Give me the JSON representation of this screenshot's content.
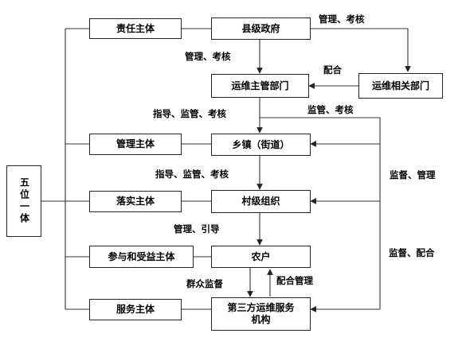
{
  "five_in_one": "五位一体",
  "roles": {
    "responsible": "责任主体",
    "management": "管理主体",
    "implementation": "落实主体",
    "participation": "参与和受益主体",
    "service": "服务主体"
  },
  "entities": {
    "county_government": "县级政府",
    "om_competent_department": "运维主管部门",
    "om_related_departments": "运维相关部门",
    "township": "乡镇（街道）",
    "village_org": "村级组织",
    "farmers": "农户",
    "third_party_line1": "第三方运维服务",
    "third_party_line2": "机构"
  },
  "relations": {
    "manage_assess_top": "管理、考核",
    "manage_assess_mid": "管理、考核",
    "cooperate": "配合",
    "guide_supervise_assess_1": "指导、监管、考核",
    "supervise_assess": "监管、考核",
    "guide_supervise_assess_2": "指导、监管、考核",
    "supervise_manage": "监督、管理",
    "manage_guide": "管理、引导",
    "supervise_cooperate": "监督、配合",
    "mass_supervision": "群众监督",
    "cooperate_manage": "配合管理"
  }
}
